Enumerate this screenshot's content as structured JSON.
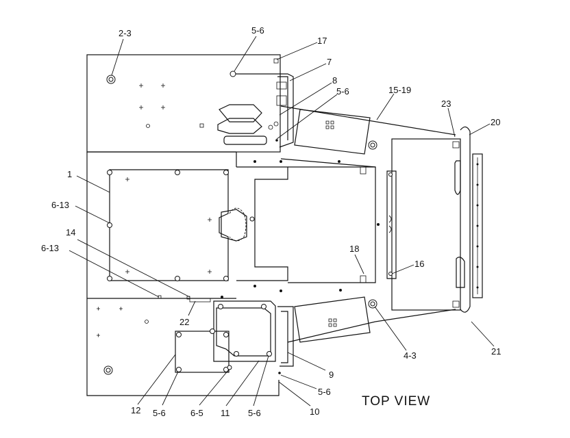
{
  "diagram": {
    "title": "TOP VIEW",
    "callouts": {
      "c1": "2-3",
      "c2": "5-6",
      "c3": "17",
      "c4": "7",
      "c5": "8",
      "c6": "5-6",
      "c7": "15-19",
      "c8": "23",
      "c9": "20",
      "c10": "1",
      "c11": "6-13",
      "c12": "14",
      "c13": "6-13",
      "c14": "18",
      "c15": "16",
      "c16": "22",
      "c17": "4-3",
      "c18": "21",
      "c19": "9",
      "c20": "5-6",
      "c21": "10",
      "c22": "12",
      "c23": "5-6",
      "c24": "6-5",
      "c25": "11",
      "c26": "5-6"
    }
  }
}
